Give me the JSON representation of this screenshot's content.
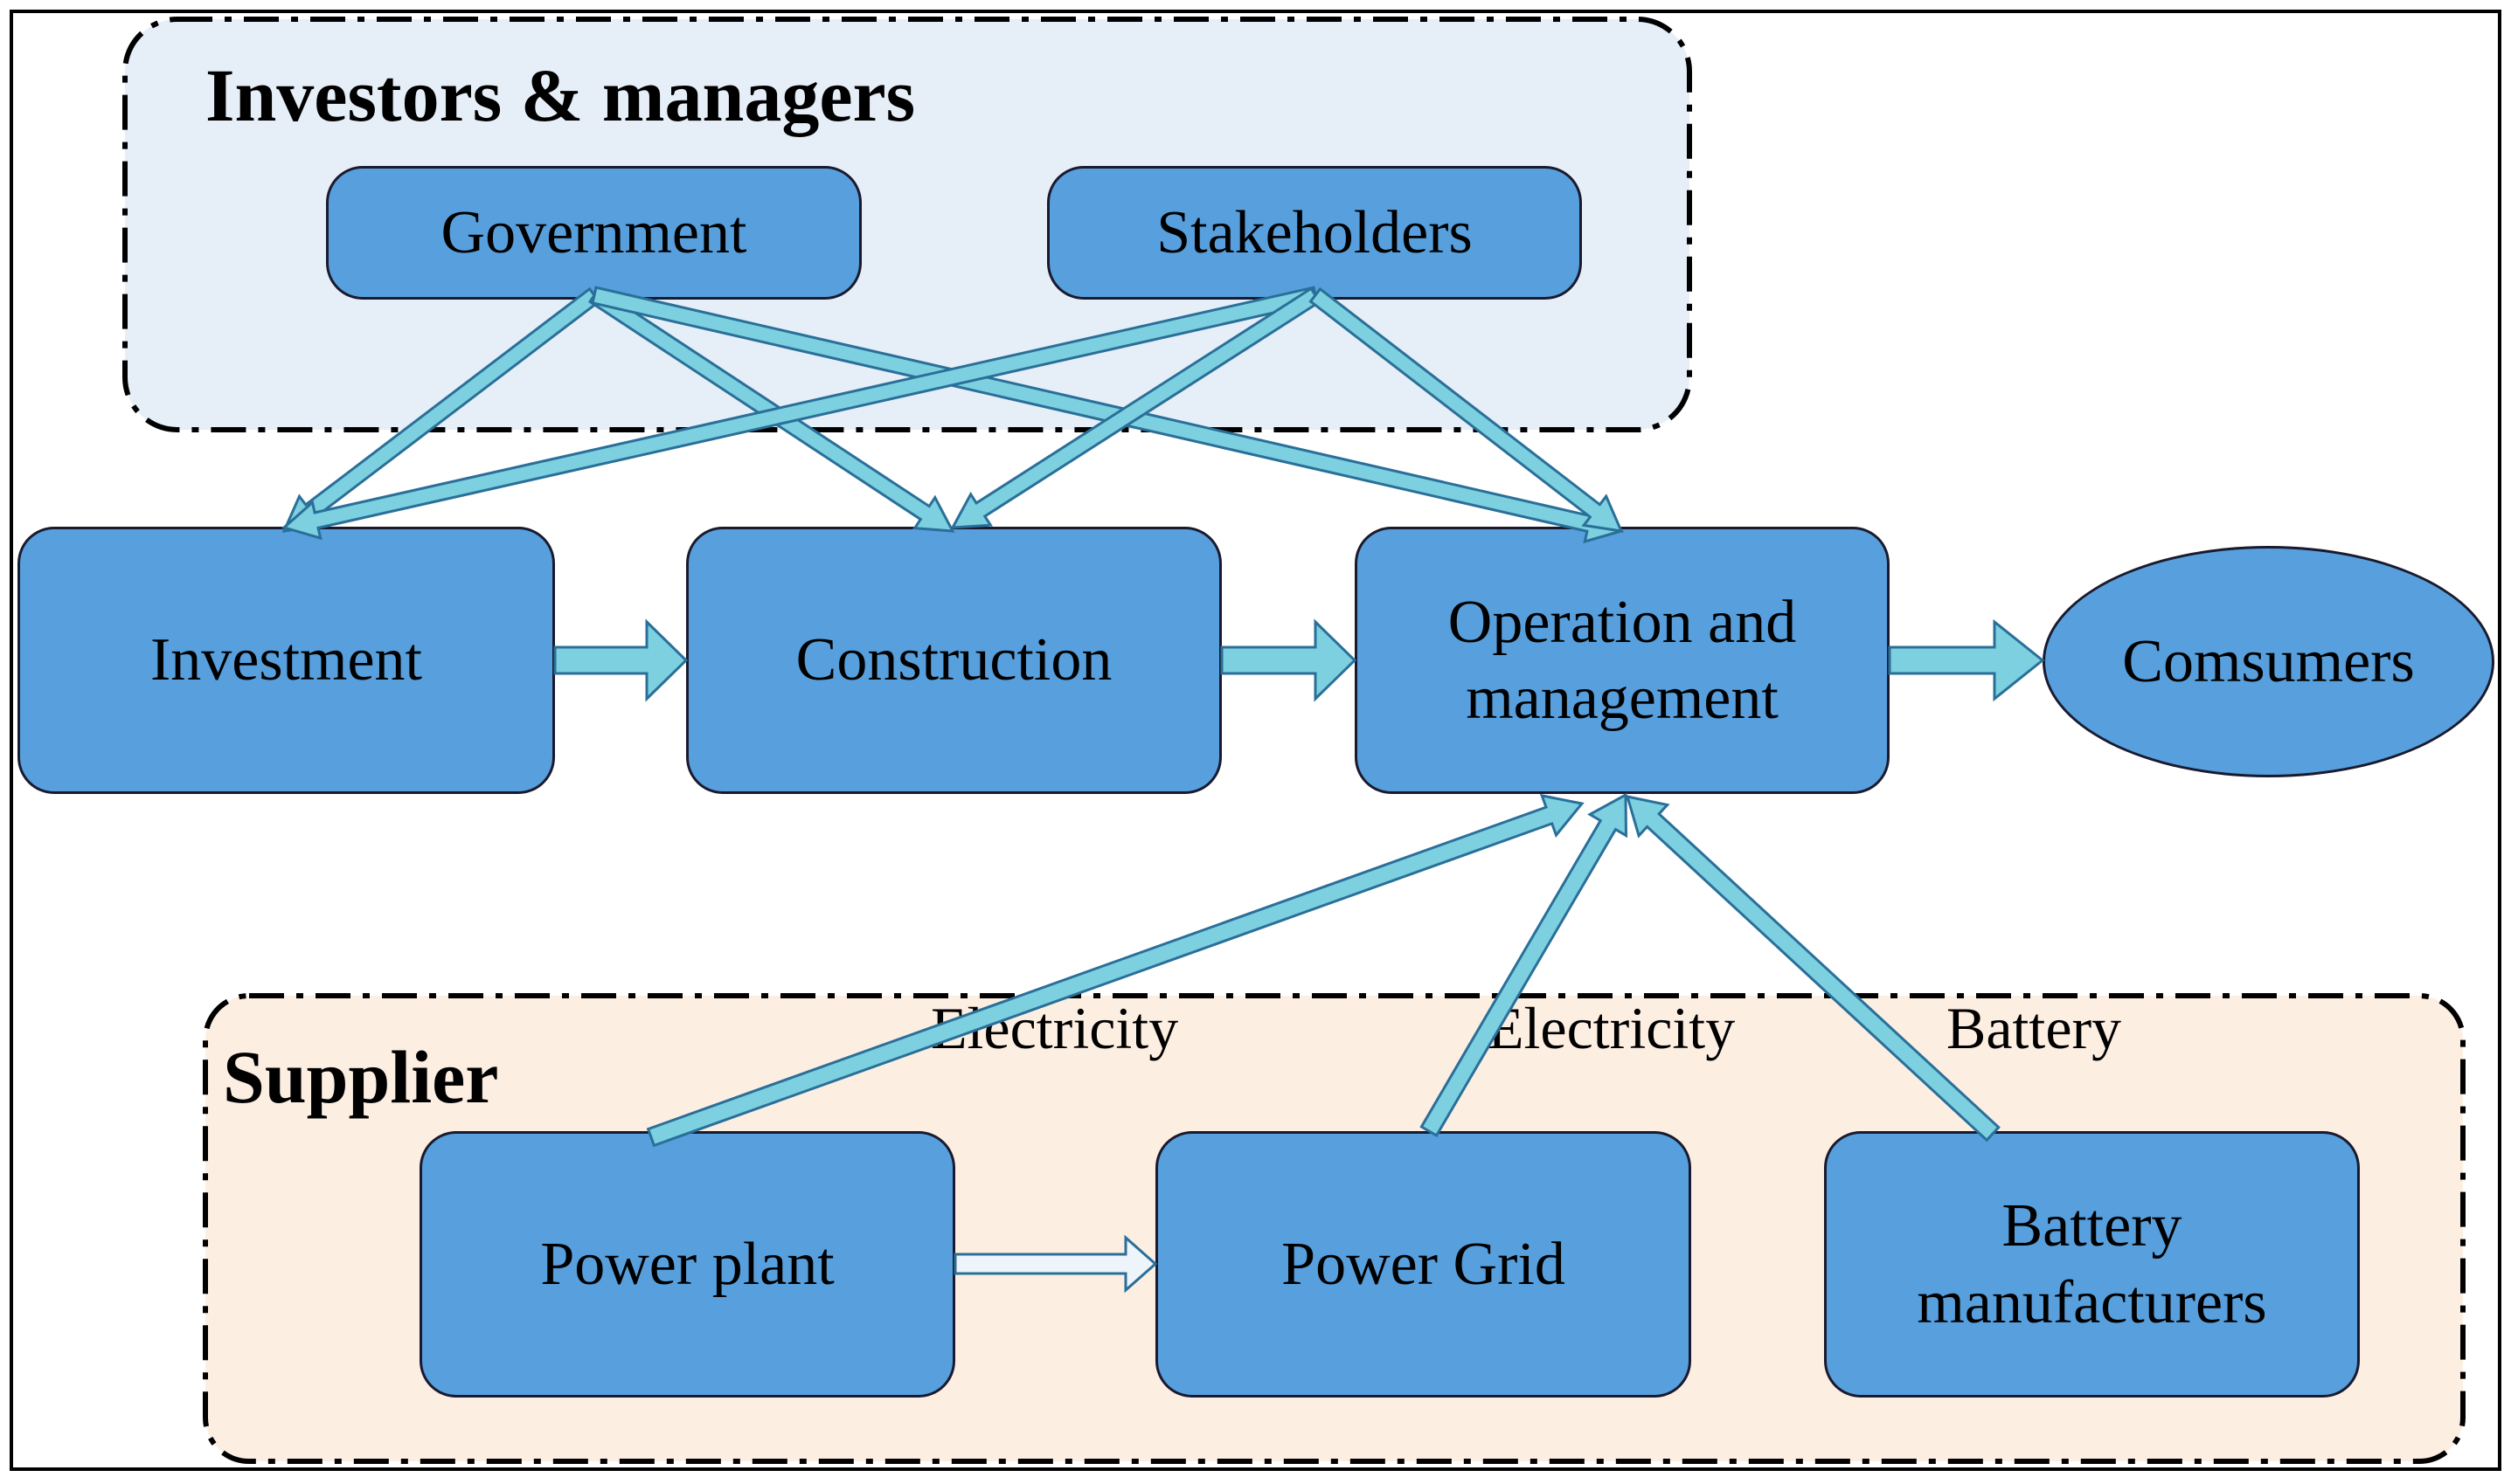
{
  "colors": {
    "node_fill": "#579fdd",
    "arrow_fill": "#7dd0df",
    "arrow_stroke": "#2a6f99",
    "investors_bg": "#e6eef8",
    "supplier_bg": "#fdeee2"
  },
  "groups": {
    "investors": {
      "title": "Investors & managers"
    },
    "supplier": {
      "title": "Supplier"
    }
  },
  "nodes": {
    "government": "Government",
    "stakeholders": "Stakeholders",
    "investment": "Investment",
    "construction": "Construction",
    "operation": {
      "line1": "Operation and",
      "line2": "management"
    },
    "consumers": "Comsumers",
    "power_plant": "Power plant",
    "power_grid": "Power Grid",
    "battery": {
      "line1": "Battery",
      "line2": "manufacturers"
    }
  },
  "flow_labels": {
    "plant_to_operation": "Electricity",
    "grid_to_operation": "Electricity",
    "battery_to_operation": "Battery"
  }
}
